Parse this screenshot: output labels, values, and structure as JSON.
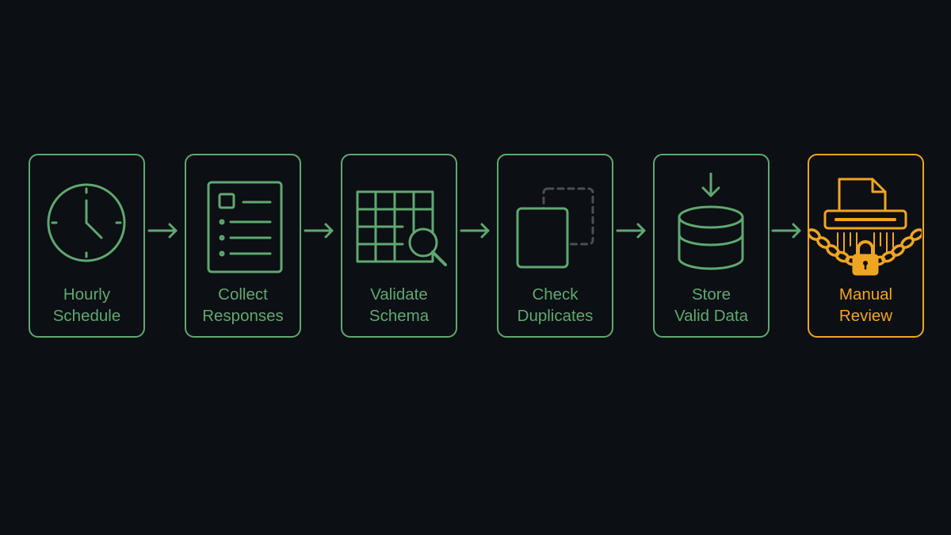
{
  "colors": {
    "background": "#0c0f14",
    "step": "#5fa870",
    "highlight": "#f0a522"
  },
  "steps": [
    {
      "line1": "Hourly",
      "line2": "Schedule",
      "icon": "clock-icon",
      "highlight": false
    },
    {
      "line1": "Collect",
      "line2": "Responses",
      "icon": "form-list-icon",
      "highlight": false
    },
    {
      "line1": "Validate",
      "line2": "Schema",
      "icon": "table-search-icon",
      "highlight": false
    },
    {
      "line1": "Check",
      "line2": "Duplicates",
      "icon": "duplicate-pages-icon",
      "highlight": false
    },
    {
      "line1": "Store",
      "line2": "Valid Data",
      "icon": "database-download-icon",
      "highlight": false
    },
    {
      "line1": "Manual",
      "line2": "Review",
      "icon": "shredder-chain-lock-icon",
      "highlight": true
    }
  ],
  "connectors": [
    "arrow-right-icon",
    "arrow-right-icon",
    "arrow-right-icon",
    "arrow-right-icon",
    "arrow-right-icon"
  ]
}
